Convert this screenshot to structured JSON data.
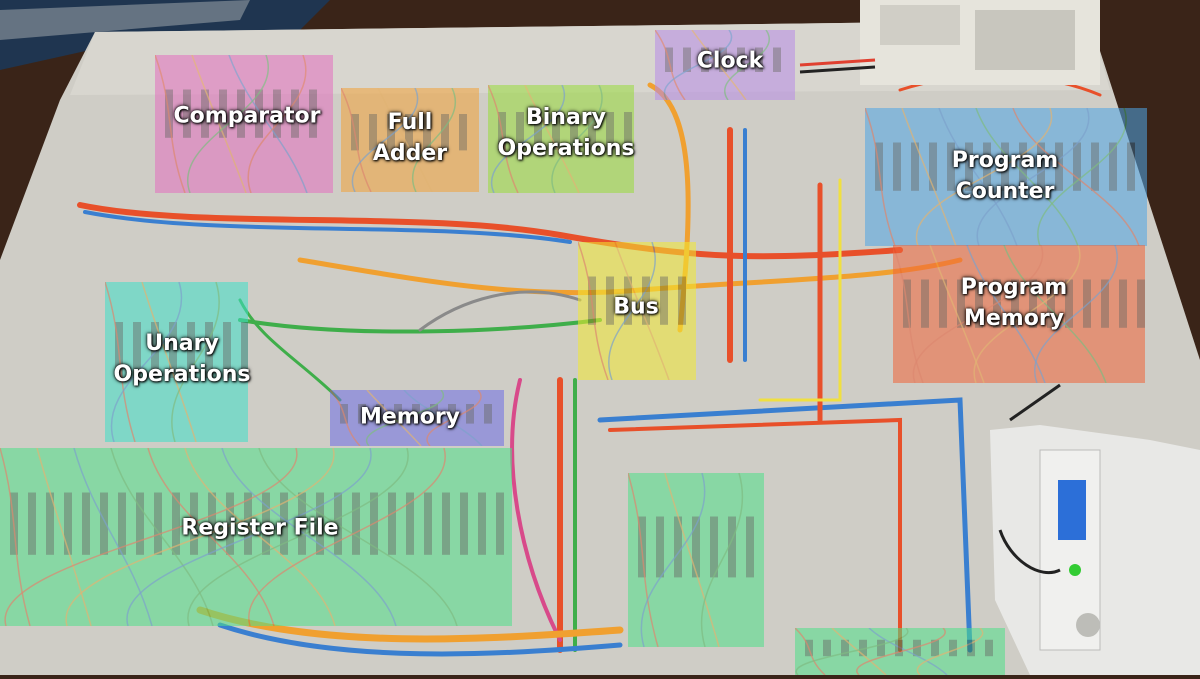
{
  "photo": {
    "subject": "breadboard-computer",
    "colors": {
      "table": "#cfcdc6",
      "floor": "#3a2418",
      "rug": "#1f3550",
      "wire_bundle": [
        "#e8502a",
        "#f0a030",
        "#3a7fd0",
        "#3fae4a",
        "#d84a8a",
        "#f0e040"
      ]
    }
  },
  "modules": [
    {
      "id": "comparator",
      "lines": [
        "Comparator"
      ],
      "color": "#e46fbf"
    },
    {
      "id": "full-adder",
      "lines": [
        "Full",
        "Adder"
      ],
      "color": "#f2a33a"
    },
    {
      "id": "binary-operations",
      "lines": [
        "Binary",
        "Operations"
      ],
      "color": "#9adc3c"
    },
    {
      "id": "clock",
      "lines": [
        "Clock"
      ],
      "color": "#b98ce8"
    },
    {
      "id": "program-counter",
      "lines": [
        "Program",
        "Counter"
      ],
      "color": "#4fa6e6"
    },
    {
      "id": "program-memory",
      "lines": [
        "Program",
        "Memory"
      ],
      "color": "#f0653a"
    },
    {
      "id": "bus",
      "lines": [
        "Bus"
      ],
      "color": "#f2ea32"
    },
    {
      "id": "unary-operations",
      "lines": [
        "Unary",
        "Operations"
      ],
      "color": "#3fe0c8"
    },
    {
      "id": "memory",
      "lines": [
        "Memory"
      ],
      "color": "#6e6ee6"
    },
    {
      "id": "register-file",
      "lines": [
        "Register File"
      ],
      "color": "#4fe08a"
    },
    {
      "id": "unlabeled-lower-middle",
      "lines": [],
      "color": "#4fe08a"
    },
    {
      "id": "unlabeled-bottom",
      "lines": [],
      "color": "#4fe08a"
    }
  ],
  "equipment": [
    {
      "id": "power-supply",
      "color": "#e6e4dc"
    },
    {
      "id": "function-generator",
      "color": "#e8e8e6"
    }
  ]
}
